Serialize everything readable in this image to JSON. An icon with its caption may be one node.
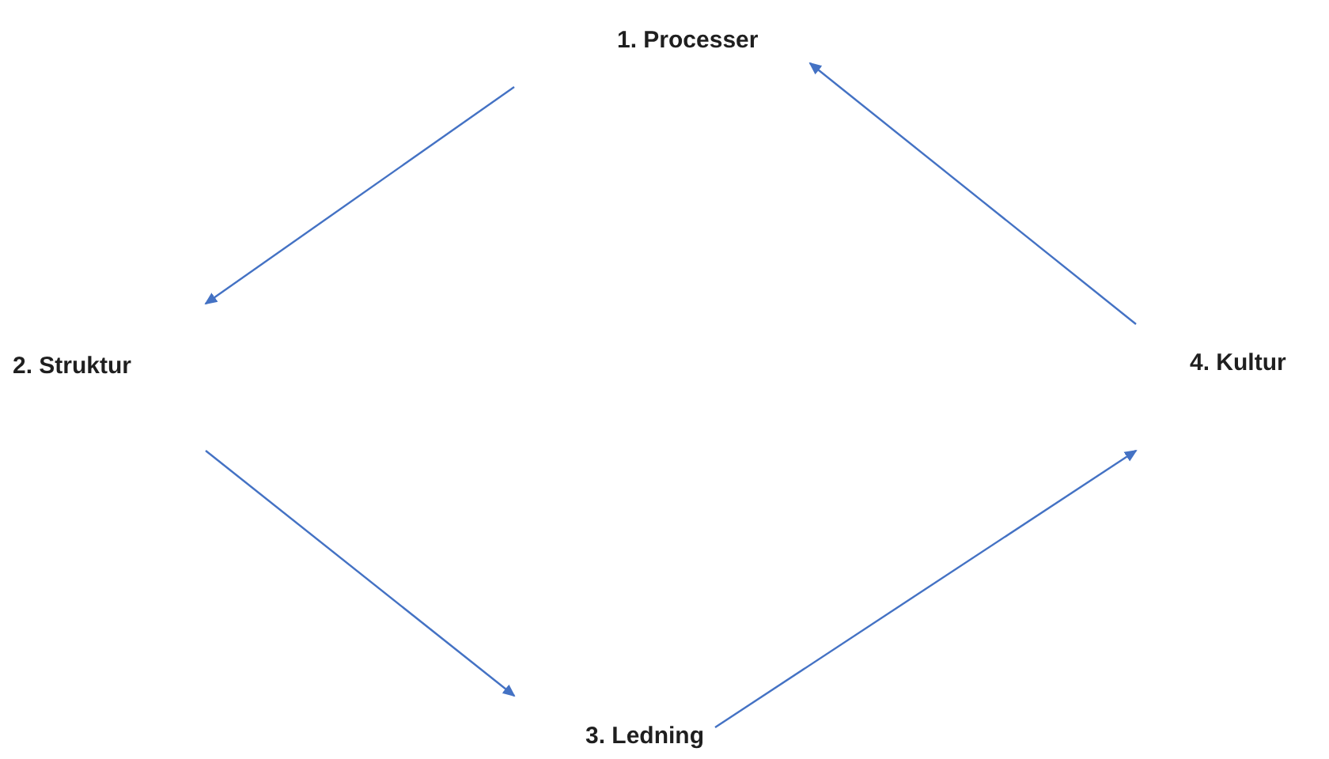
{
  "diagram": {
    "nodes": [
      {
        "text": [
          "1. Processer"
        ]
      },
      {
        "text": [
          "2. Struktur"
        ]
      },
      {
        "text": [
          "3. Ledning"
        ]
      },
      {
        "text": [
          "4. Kultur"
        ]
      }
    ],
    "edges": [
      {
        "from": 0,
        "to": 1,
        "arrow": "to"
      },
      {
        "from": 1,
        "to": 2,
        "arrow": "to"
      },
      {
        "from": 2,
        "to": 3,
        "arrow": "to"
      },
      {
        "from": 3,
        "to": 0,
        "arrow": "to"
      }
    ]
  }
}
